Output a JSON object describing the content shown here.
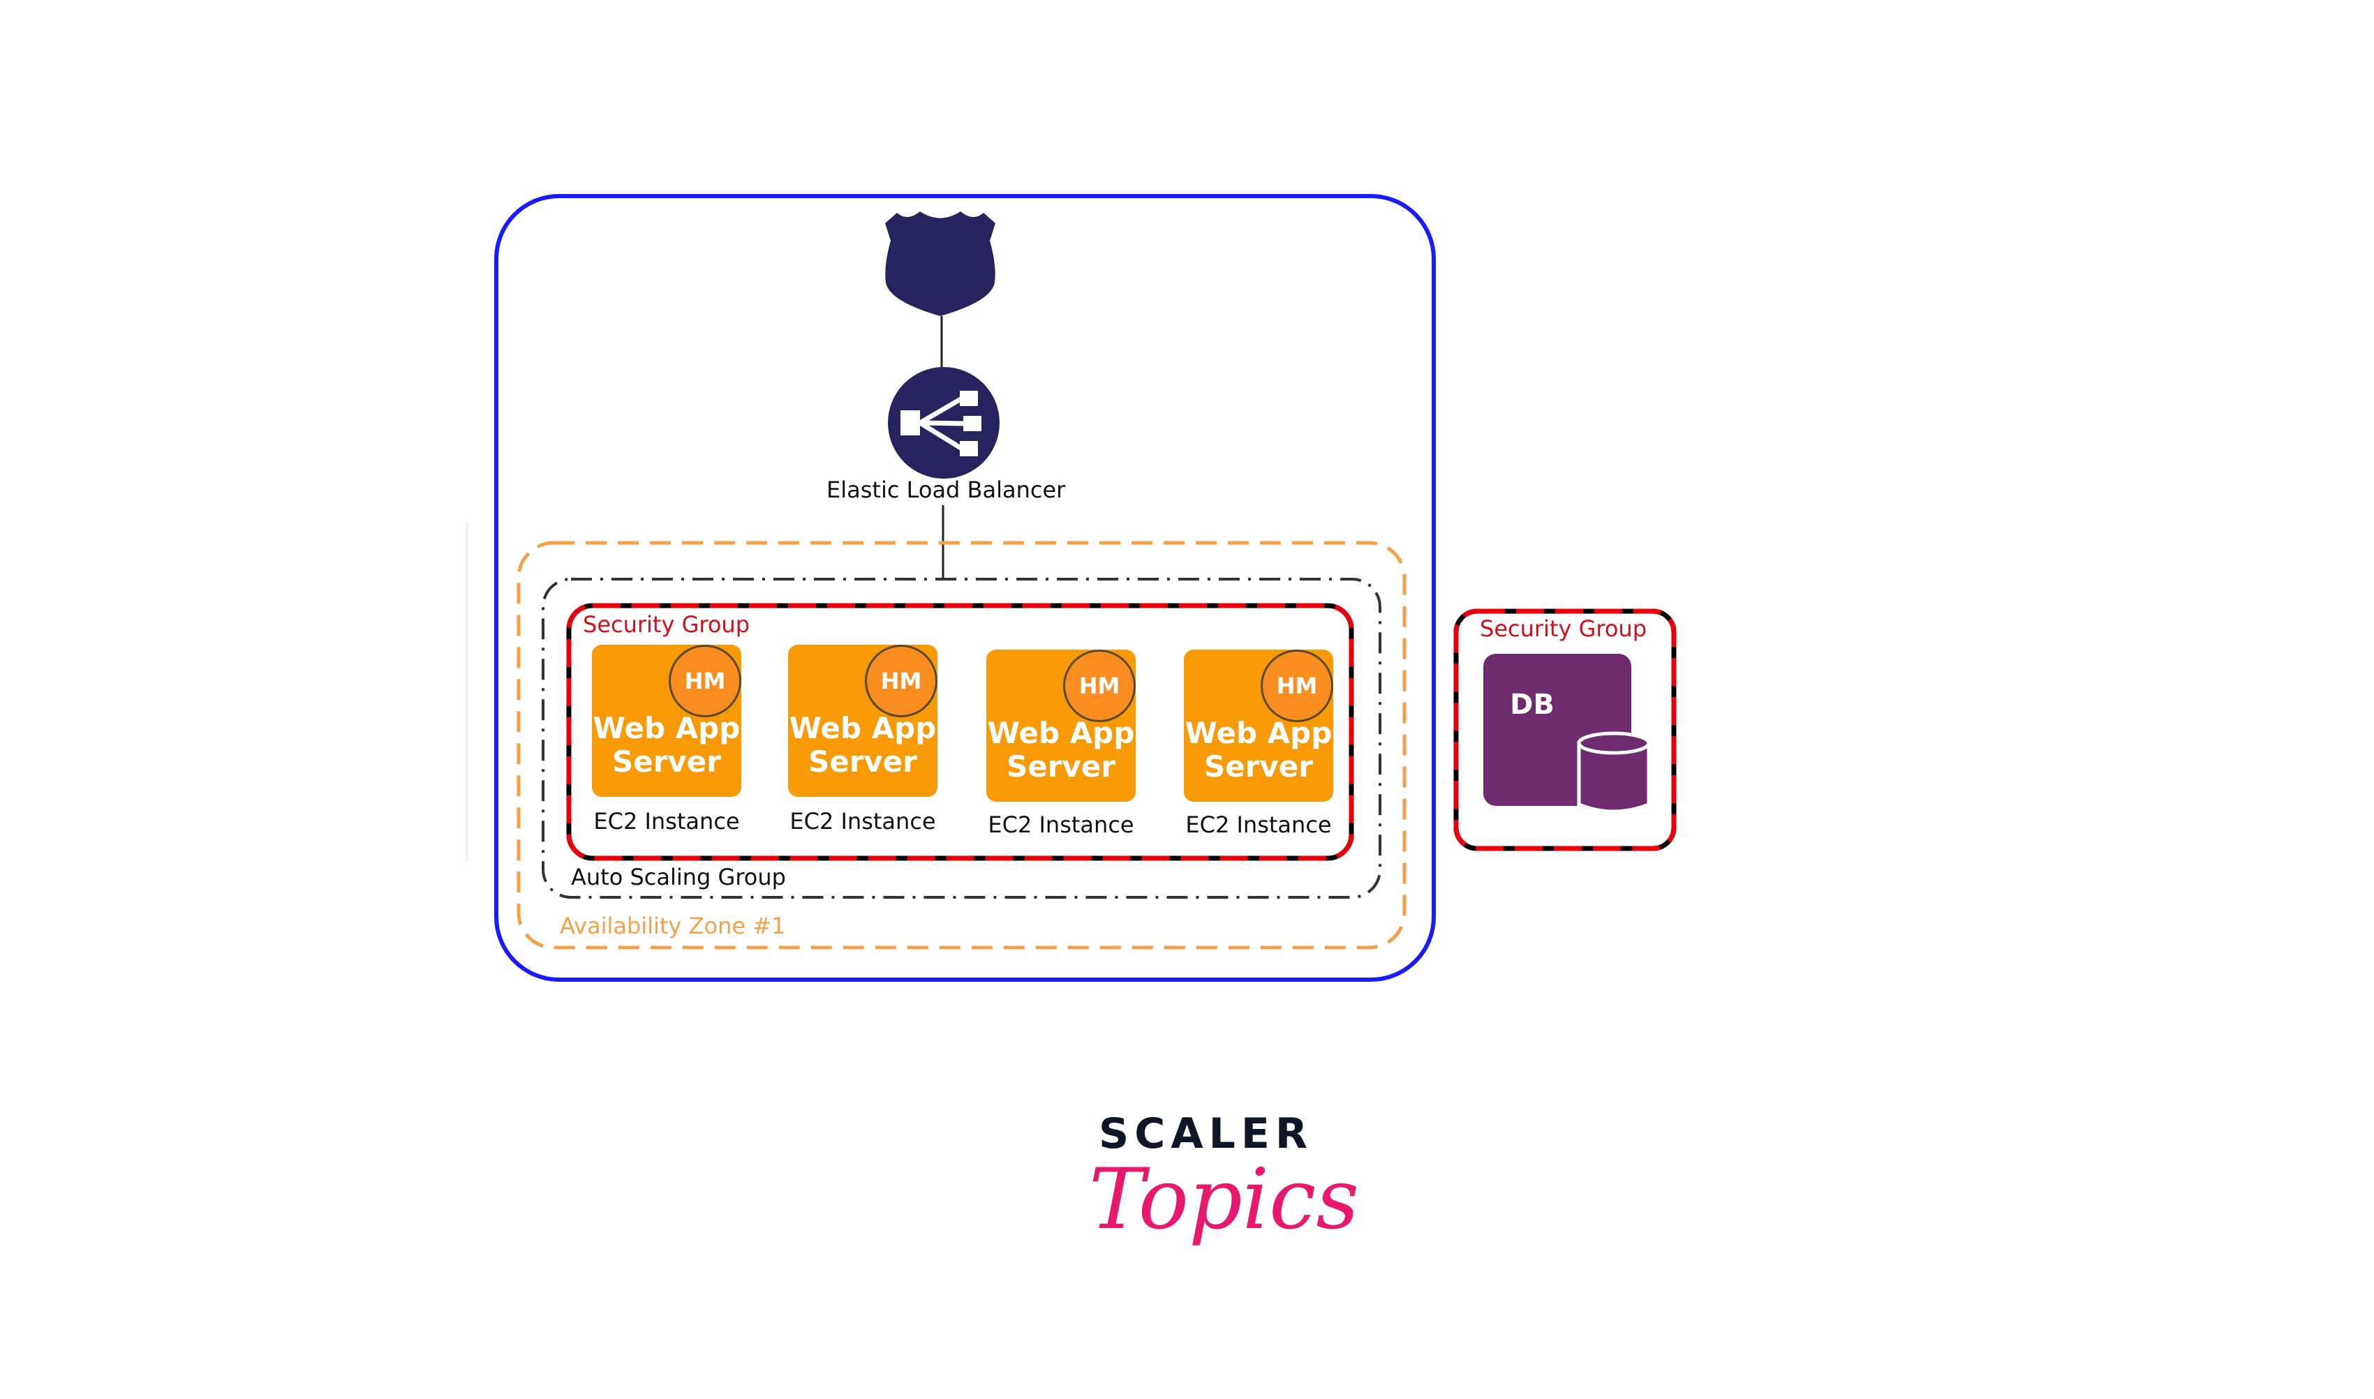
{
  "elb": {
    "label": "Elastic Load Balancer"
  },
  "groups": {
    "security_group": "Security Group",
    "auto_scaling_group": "Auto Scaling Group",
    "availability_zone": "Availability Zone #1",
    "db_security_group": "Security Group"
  },
  "servers": [
    {
      "badge": "HM",
      "title": "Web App Server",
      "caption": "EC2 Instance"
    },
    {
      "badge": "HM",
      "title": "Web App Server",
      "caption": "EC2 Instance"
    },
    {
      "badge": "HM",
      "title": "Web App Server",
      "caption": "EC2 Instance"
    },
    {
      "badge": "HM",
      "title": "Web App Server",
      "caption": "EC2 Instance"
    }
  ],
  "db": {
    "label": "DB"
  },
  "logo": {
    "line1": "SCALER",
    "line2": "Topics"
  },
  "colors": {
    "region": "#1a1aff",
    "az": "#f7a04a",
    "security": "#e8000b",
    "server": "#f79a06",
    "db": "#6e2c6e",
    "icon": "#27235f",
    "logo_dark": "#0e1628",
    "logo_pink": "#e8186d"
  }
}
